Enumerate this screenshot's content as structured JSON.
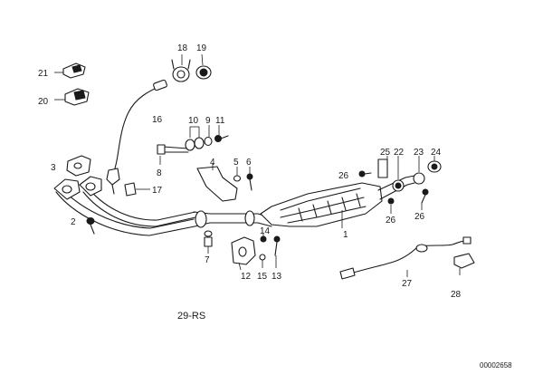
{
  "diagram": {
    "callouts": {
      "c1": "1",
      "c2": "2",
      "c3": "3",
      "c4": "4",
      "c5": "5",
      "c6": "6",
      "c7": "7",
      "c8": "8",
      "c9": "9",
      "c10": "10",
      "c11": "11",
      "c12": "12",
      "c13": "13",
      "c14": "14",
      "c15": "15",
      "c16": "16",
      "c17": "17",
      "c18": "18",
      "c19": "19",
      "c20": "20",
      "c21": "21",
      "c22": "22",
      "c23": "23",
      "c24": "24",
      "c25": "25",
      "c26a": "26",
      "c26b": "26",
      "c26c": "26",
      "c27": "27",
      "c28": "28"
    },
    "caption": "29-RS",
    "document_number": "00002658"
  }
}
